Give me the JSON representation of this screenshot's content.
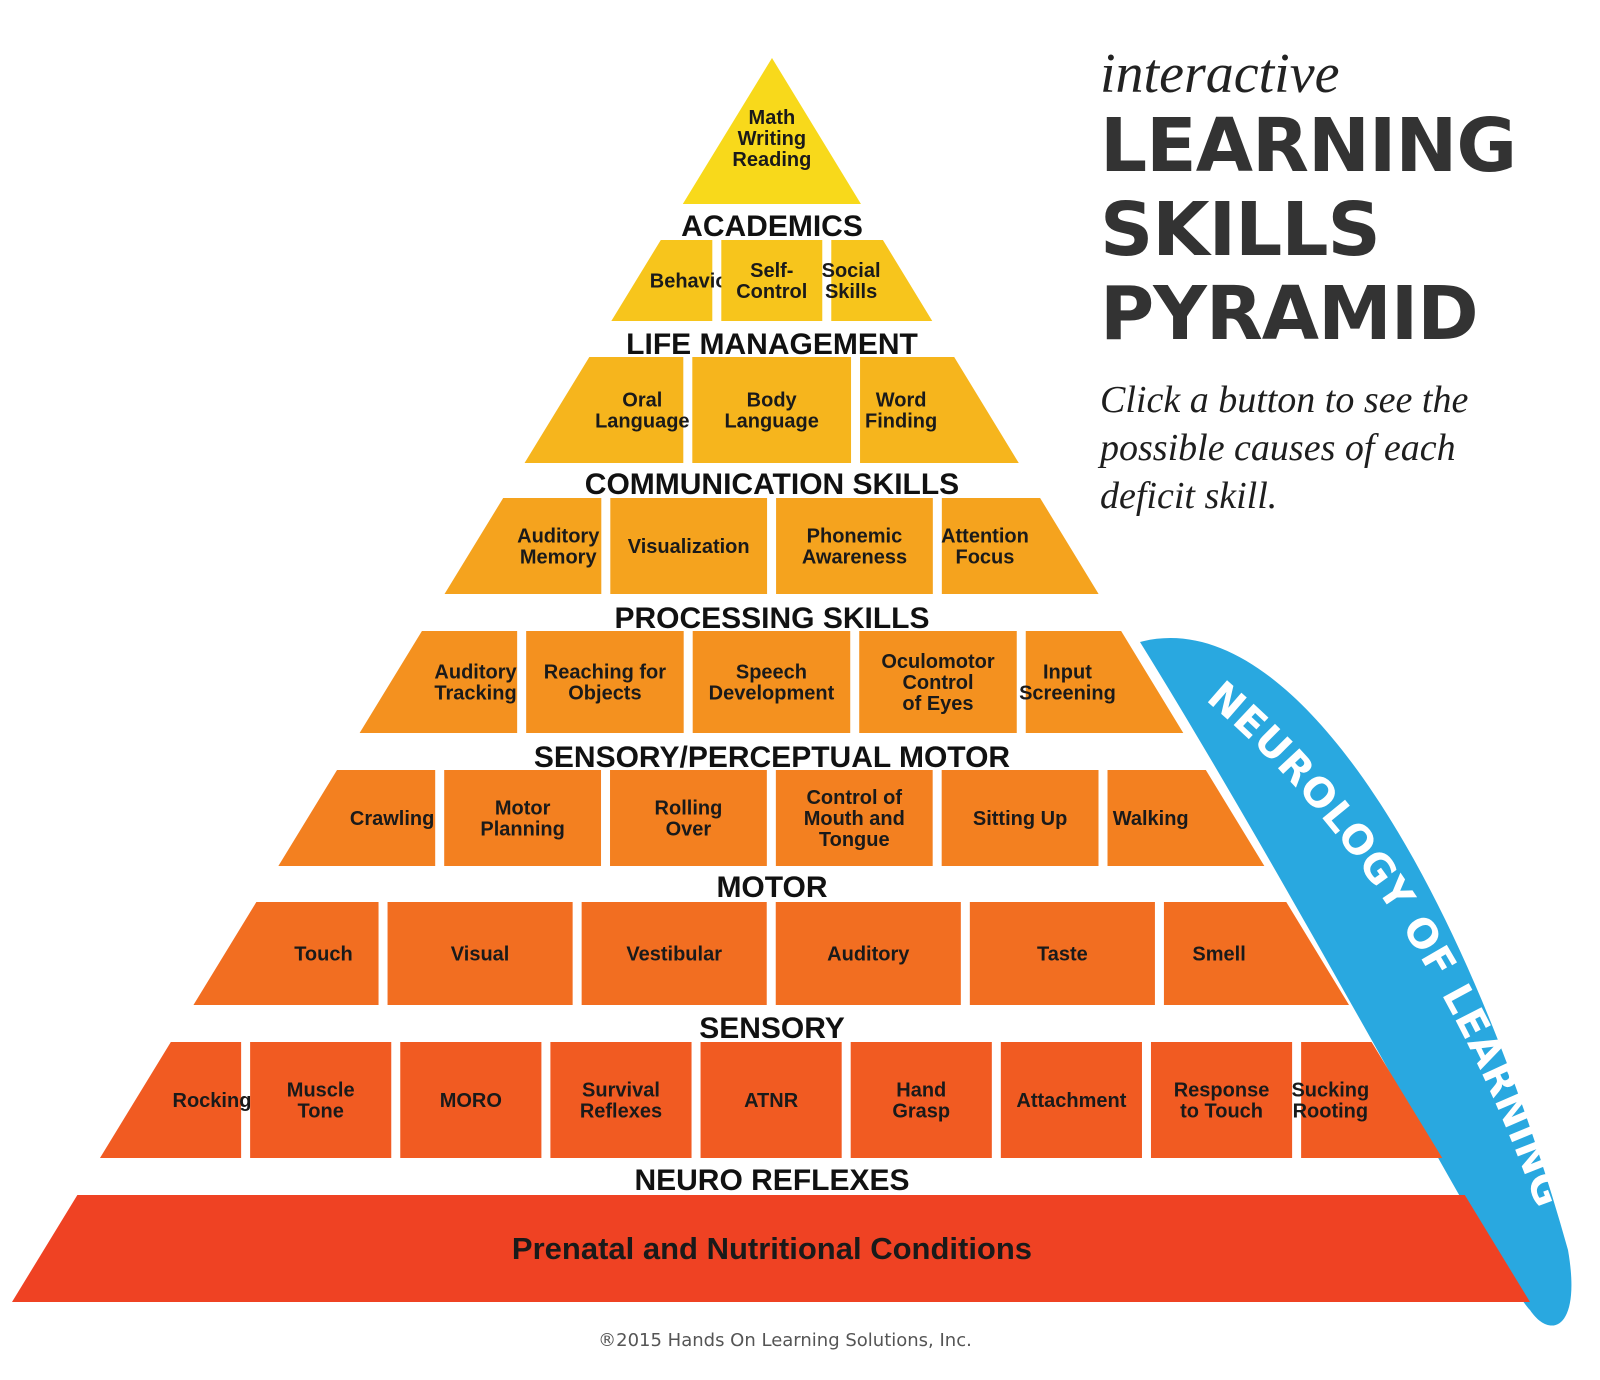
{
  "title": {
    "small": "interactive",
    "lines": [
      "LEARNING",
      "SKILLS",
      "PYRAMID"
    ]
  },
  "subtitle": "Click a button to see the possible causes of each deficit skill.",
  "band_label": "NEUROLOGY OF LEARNING",
  "footer": "®2015 Hands On Learning Solutions, Inc.",
  "colors": {
    "band": "#29a8e0",
    "top": "#f9e21b",
    "bottom": "#ef4123"
  },
  "tiers": [
    {
      "label": "ACADEMICS",
      "items": [
        [
          "Math",
          "Writing",
          "Reading"
        ]
      ]
    },
    {
      "label": "LIFE MANAGEMENT",
      "items": [
        [
          "Behavior"
        ],
        [
          "Self-",
          "Control"
        ],
        [
          "Social",
          "Skills"
        ]
      ]
    },
    {
      "label": "COMMUNICATION SKILLS",
      "items": [
        [
          "Oral",
          "Language"
        ],
        [
          "Body",
          "Language"
        ],
        [
          "Word",
          "Finding"
        ]
      ]
    },
    {
      "label": "PROCESSING SKILLS",
      "items": [
        [
          "Auditory",
          "Memory"
        ],
        [
          "Visualization"
        ],
        [
          "Phonemic",
          "Awareness"
        ],
        [
          "Attention",
          "Focus"
        ]
      ]
    },
    {
      "label": "SENSORY/PERCEPTUAL MOTOR",
      "items": [
        [
          "Auditory",
          "Tracking"
        ],
        [
          "Reaching for",
          "Objects"
        ],
        [
          "Speech",
          "Development"
        ],
        [
          "Oculomotor",
          "Control",
          "of Eyes"
        ],
        [
          "Input",
          "Screening"
        ]
      ]
    },
    {
      "label": "MOTOR",
      "items": [
        [
          "Crawling"
        ],
        [
          "Motor",
          "Planning"
        ],
        [
          "Rolling",
          "Over"
        ],
        [
          "Control of",
          "Mouth and",
          "Tongue"
        ],
        [
          "Sitting Up"
        ],
        [
          "Walking"
        ]
      ]
    },
    {
      "label": "SENSORY",
      "items": [
        [
          "Touch"
        ],
        [
          "Visual"
        ],
        [
          "Vestibular"
        ],
        [
          "Auditory"
        ],
        [
          "Taste"
        ],
        [
          "Smell"
        ]
      ]
    },
    {
      "label": "NEURO REFLEXES",
      "items": [
        [
          "Rocking"
        ],
        [
          "Muscle",
          "Tone"
        ],
        [
          "MORO"
        ],
        [
          "Survival",
          "Reflexes"
        ],
        [
          "ATNR"
        ],
        [
          "Hand",
          "Grasp"
        ],
        [
          "Attachment"
        ],
        [
          "Response",
          "to Touch"
        ],
        [
          "Sucking",
          "Rooting"
        ]
      ]
    }
  ],
  "base": "Prenatal and Nutritional Conditions"
}
